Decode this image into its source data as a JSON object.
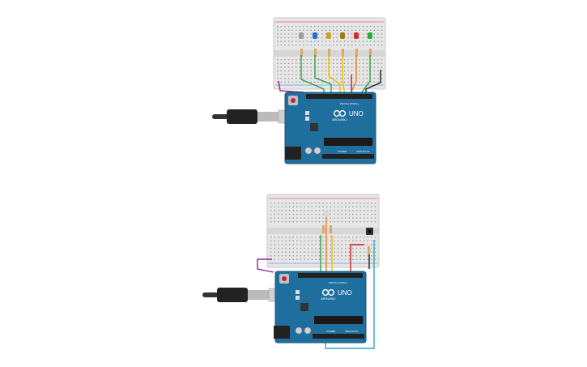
{
  "circuits": [
    {
      "id": "circuit-top",
      "board": {
        "brand": "ARDUINO",
        "model": "UNO",
        "digital_label": "DIGITAL (PWM~)",
        "power_label": "POWER",
        "analog_label": "ANALOG IN"
      },
      "leds": [
        "#9e9e9e",
        "#1f6fd1",
        "#c9a227",
        "#a07a1a",
        "#d12b2b",
        "#1fae3a"
      ]
    },
    {
      "id": "circuit-bottom",
      "board": {
        "brand": "ARDUINO",
        "model": "UNO",
        "digital_label": "DIGITAL (PWM~)",
        "power_label": "POWER",
        "analog_label": "ANALOG IN"
      },
      "leds": [
        "#d8d8d8"
      ]
    }
  ],
  "colors": {
    "board": "#1f6f9e",
    "breadboard": "#e3e3e3",
    "wire_green": "#2ea043",
    "wire_yellow": "#e6c200",
    "wire_orange": "#e67e22",
    "wire_red": "#d11f1f",
    "wire_black": "#222222",
    "wire_purple": "#8e2a8e",
    "wire_teal": "#3aa6b9"
  }
}
